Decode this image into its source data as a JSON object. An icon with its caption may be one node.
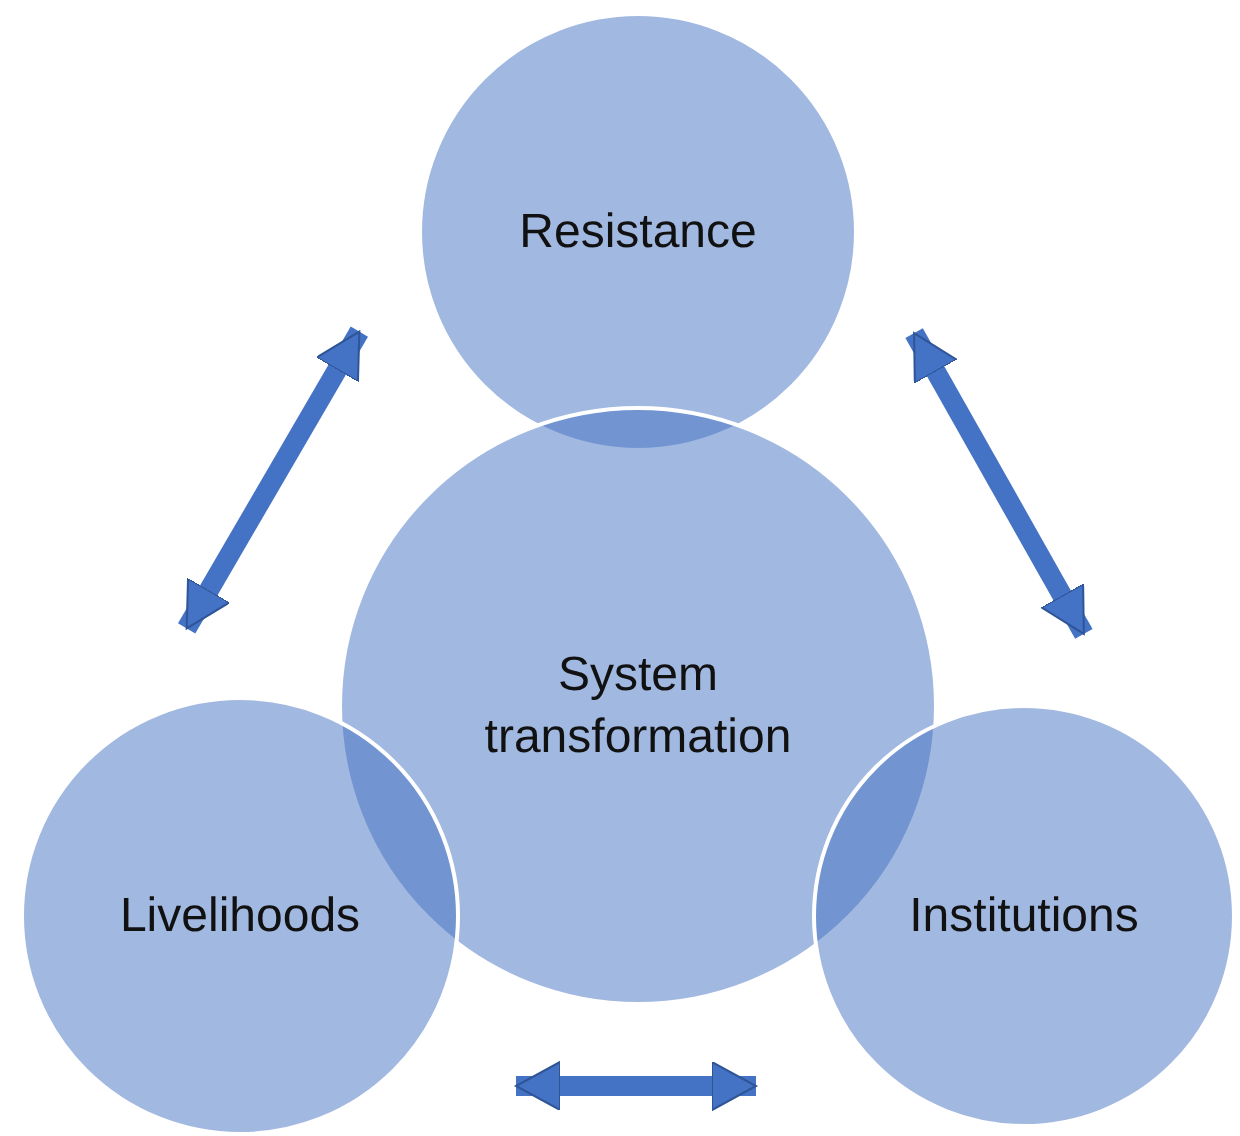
{
  "diagram": {
    "nodes": [
      {
        "text": [
          "Resistance"
        ]
      },
      {
        "text": [
          "System transformation"
        ]
      },
      {
        "text": [
          "Livelihoods"
        ]
      },
      {
        "text": [
          "Institutions"
        ]
      }
    ],
    "edges": [
      {
        "from": 0,
        "to": 2,
        "arrow": "both"
      },
      {
        "from": 0,
        "to": 3,
        "arrow": "both"
      },
      {
        "from": 2,
        "to": 3,
        "arrow": "both"
      }
    ]
  }
}
